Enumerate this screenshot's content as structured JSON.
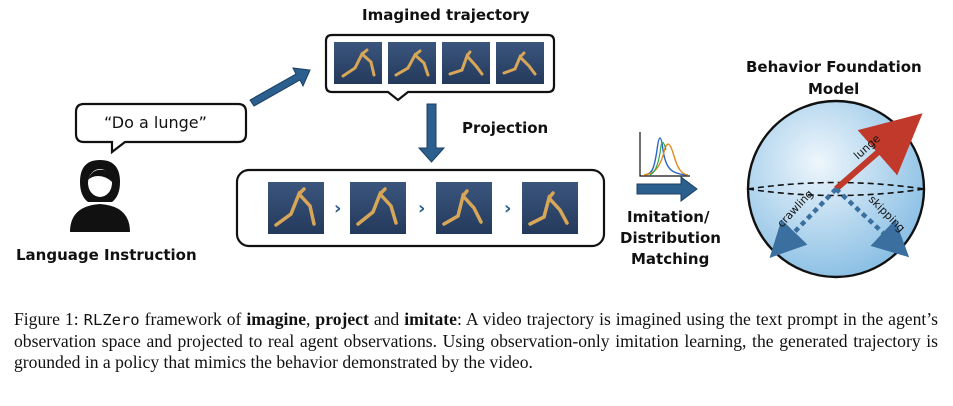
{
  "labels": {
    "imagined_trajectory": "Imagined trajectory",
    "speech": "“Do a lunge”",
    "projection": "Projection",
    "language_instruction": "Language Instruction",
    "imitation_line1": "Imitation/",
    "imitation_line2": "Distribution",
    "imitation_line3": "Matching",
    "bfm_line1": "Behavior Foundation",
    "bfm_line2": "Model",
    "arrow_lunge": "lunge",
    "arrow_crawling": "crawling",
    "arrow_skipping": "skipping"
  },
  "caption": {
    "prefix": "Figure 1:",
    "code": "RLZero",
    "t1": " framework of ",
    "b1": "imagine",
    "t2": ", ",
    "b2": "project",
    "t3": " and ",
    "b3": "imitate",
    "t4": ": A video trajectory is imagined using the text prompt in the agent’s observation space and projected to real agent observations. Using observation-only imitation learning, the generated trajectory is grounded in a policy that mimics the behavior demonstrated by the video."
  },
  "colors": {
    "arrow_fill": "#2b5f8e",
    "sphere_light": "#e8f2fb",
    "sphere_dark": "#8fc0e4",
    "lunge_arrow": "#c0392b",
    "dashed_arrow": "#3a6fa0",
    "thumb_bg": "#2d4367",
    "figure_body": "#d7a657"
  },
  "icons": {
    "person": "person-silhouette-icon",
    "distribution": "distribution-plot-icon"
  }
}
